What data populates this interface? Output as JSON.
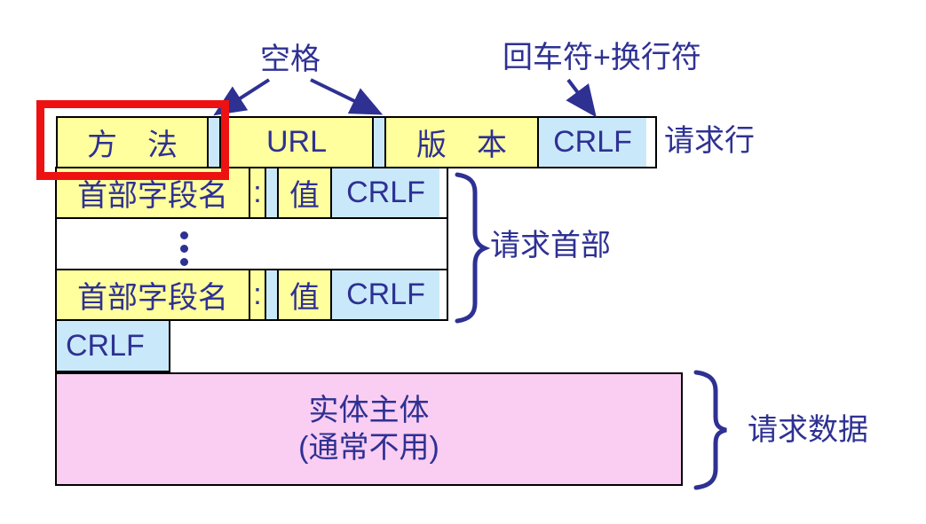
{
  "colors": {
    "ink": "#2E3192",
    "field_yellow": "#FFFF9E",
    "space_blue": "#C9E9FA",
    "body_pink": "#FACDF2",
    "highlight_red": "#EE1111",
    "border_black": "#000000"
  },
  "top_annotations": {
    "space_label": "空格",
    "crlf_label": "回车符+换行符"
  },
  "request_line": {
    "method": "方　法",
    "url": "URL",
    "version": "版　本",
    "crlf": "CRLF",
    "side_label": "请求行"
  },
  "header_row": {
    "field": "首部字段名",
    "colon": ":",
    "value": "值",
    "crlf": "CRLF"
  },
  "headers_brace_label": "请求首部",
  "empty_line": {
    "crlf": "CRLF"
  },
  "entity_body": {
    "line1": "实体主体",
    "line2": "(通常不用)"
  },
  "data_brace_label": "请求数据"
}
